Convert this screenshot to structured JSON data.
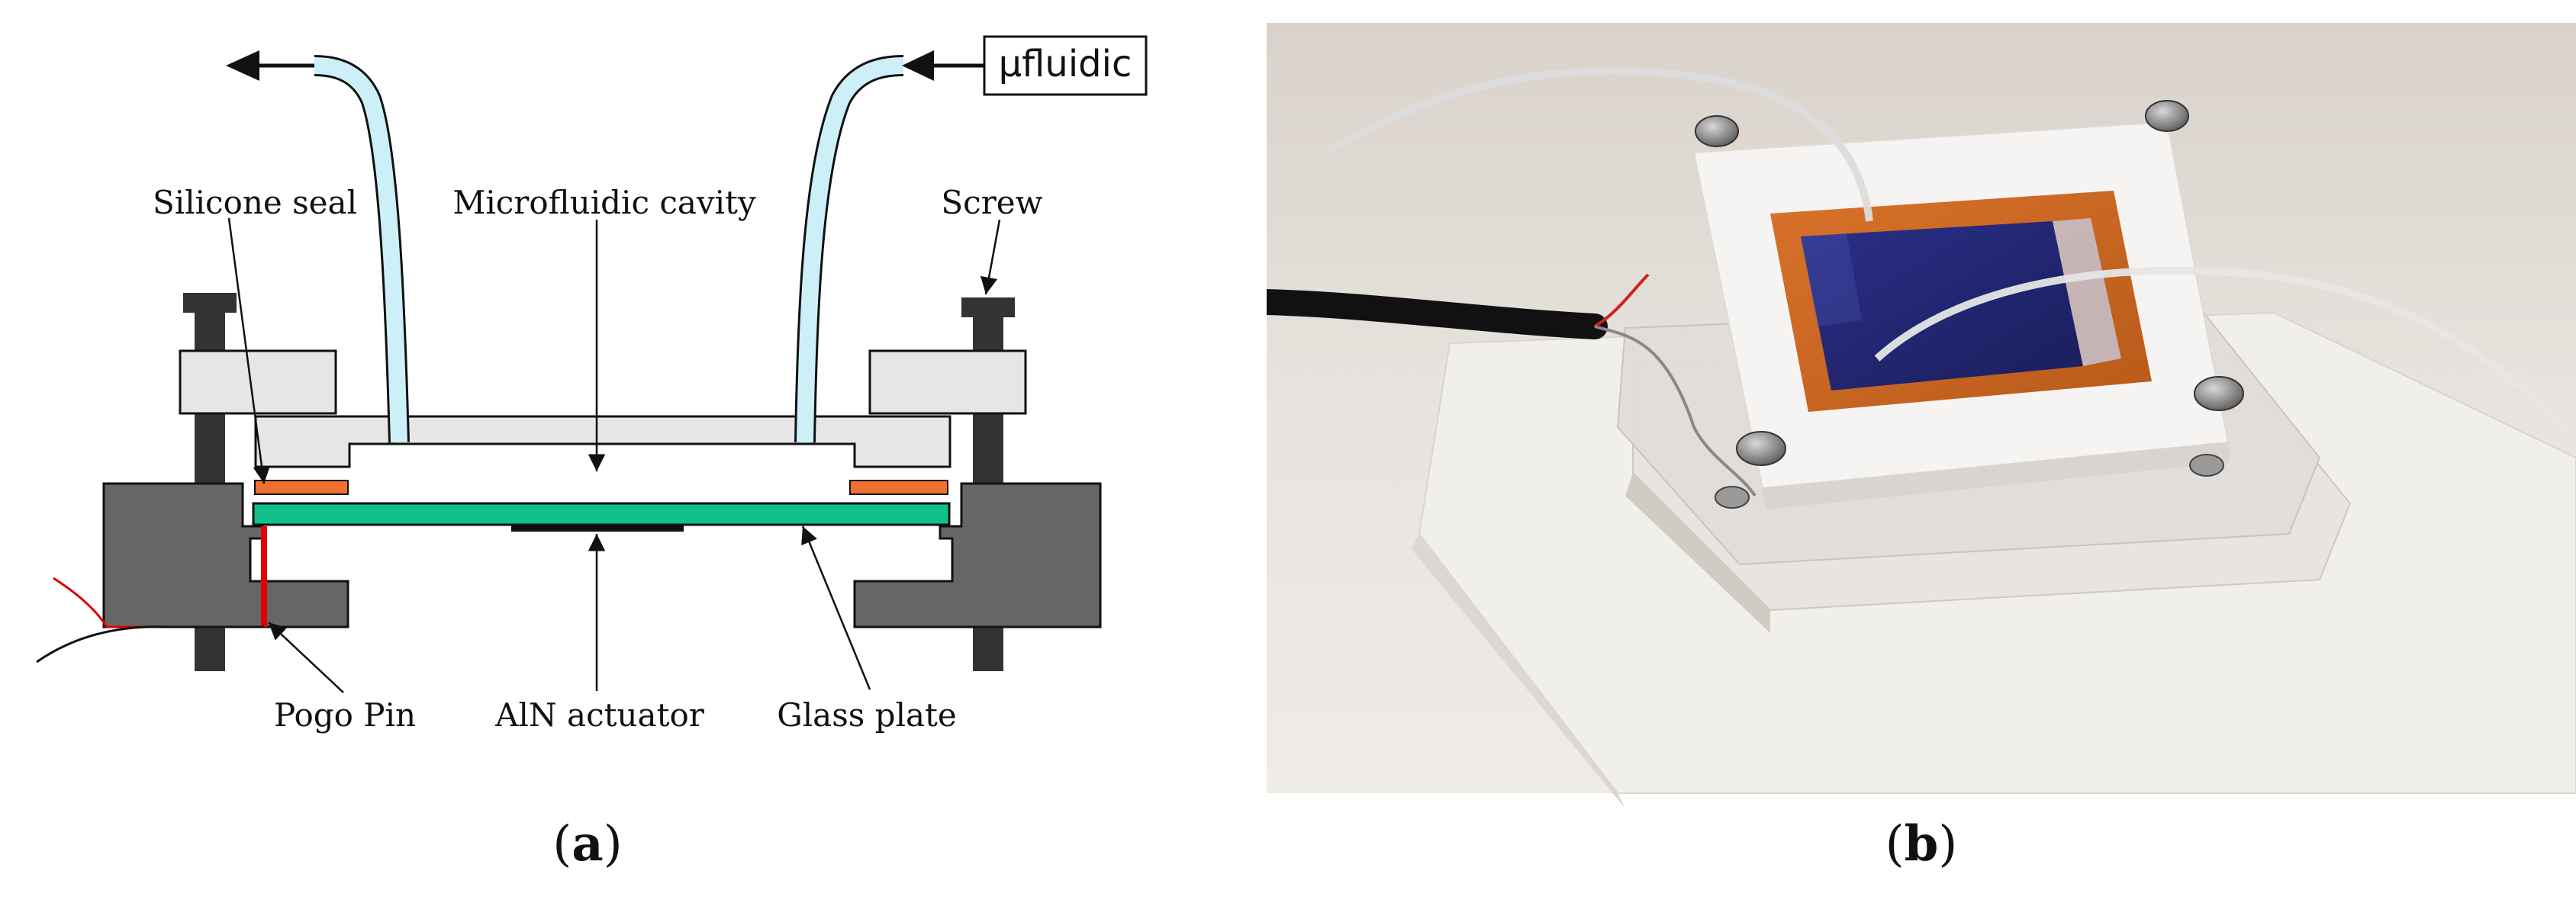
{
  "panel_a": {
    "caption_open": "(",
    "caption_letter": "a",
    "caption_close": ")",
    "inlet_label": "μfluidic",
    "labels": {
      "silicone_seal": "Silicone seal",
      "microfluidic_cavity": "Microfluidic cavity",
      "screw": "Screw",
      "pogo_pin": "Pogo Pin",
      "aln_actuator": "AlN actuator",
      "glass_plate": "Glass plate"
    },
    "colors": {
      "clamp_body": "#666666",
      "lid": "#e6e6e6",
      "tube": "#cdeff8",
      "glass": "#11c08a",
      "seal": "#f07030",
      "pogo": "#e00000",
      "actuator": "#111111"
    }
  },
  "panel_b": {
    "caption_open": "(",
    "caption_letter": "b",
    "caption_close": ")"
  }
}
